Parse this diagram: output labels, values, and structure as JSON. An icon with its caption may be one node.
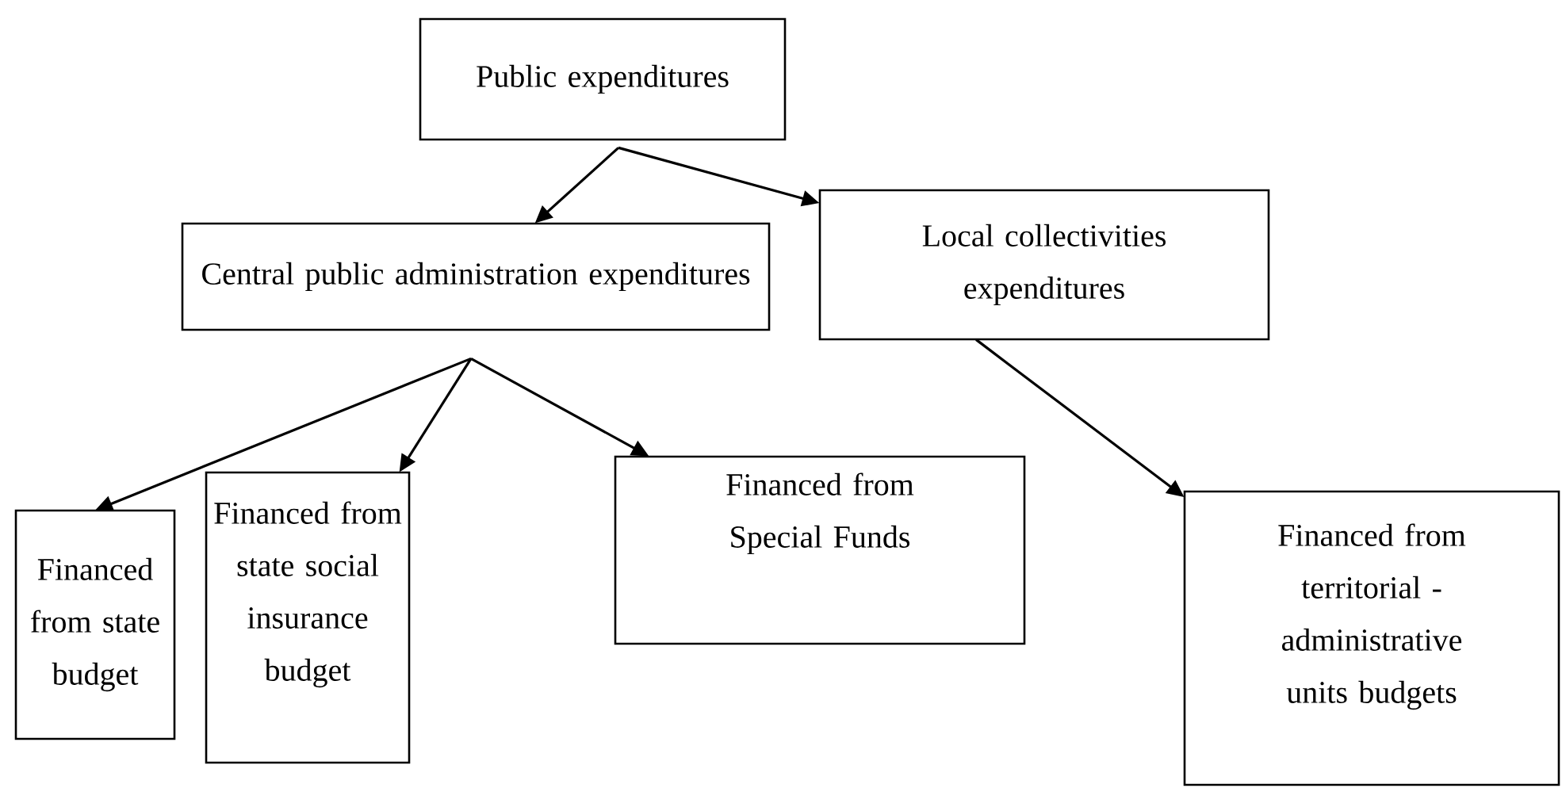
{
  "diagram": {
    "nodes": [
      {
        "text": [
          "Public expenditures"
        ]
      },
      {
        "text": [
          "Central public administration expenditures"
        ]
      },
      {
        "text": [
          "Local collectivities expenditures"
        ]
      },
      {
        "text": [
          "Financed from state budget"
        ]
      },
      {
        "text": [
          "Financed from state social insurance budget"
        ]
      },
      {
        "text": [
          "Financed from Special Funds"
        ]
      },
      {
        "text": [
          "Financed from territorial - administrative units budgets"
        ]
      }
    ],
    "edges": [
      {
        "from": 0,
        "to": 1,
        "arrow": "to"
      },
      {
        "from": 0,
        "to": 2,
        "arrow": "to"
      },
      {
        "from": 1,
        "to": 3,
        "arrow": "to"
      },
      {
        "from": 1,
        "to": 4,
        "arrow": "to"
      },
      {
        "from": 1,
        "to": 5,
        "arrow": "to"
      },
      {
        "from": 2,
        "to": 6,
        "arrow": "to"
      }
    ]
  }
}
